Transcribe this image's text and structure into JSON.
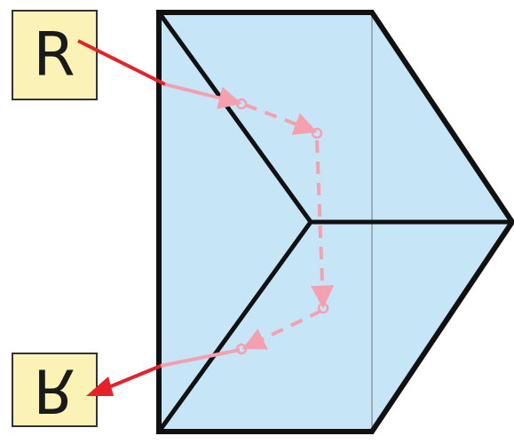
{
  "labels": {
    "input_letter": "R",
    "output_letter": "R"
  },
  "colors": {
    "prism_fill": "#c6e6f8",
    "prism_edge": "#111111",
    "back_edge": "#8a9aa3",
    "label_fill": "#fbf3b5",
    "label_edge": "#333333",
    "external_ray": "#e8202a",
    "internal_ray": "#f4a0ae",
    "letter": "#1a1a1a"
  },
  "icons": {
    "input": "letter-r-upright",
    "output": "letter-r-flipped-vertical"
  }
}
